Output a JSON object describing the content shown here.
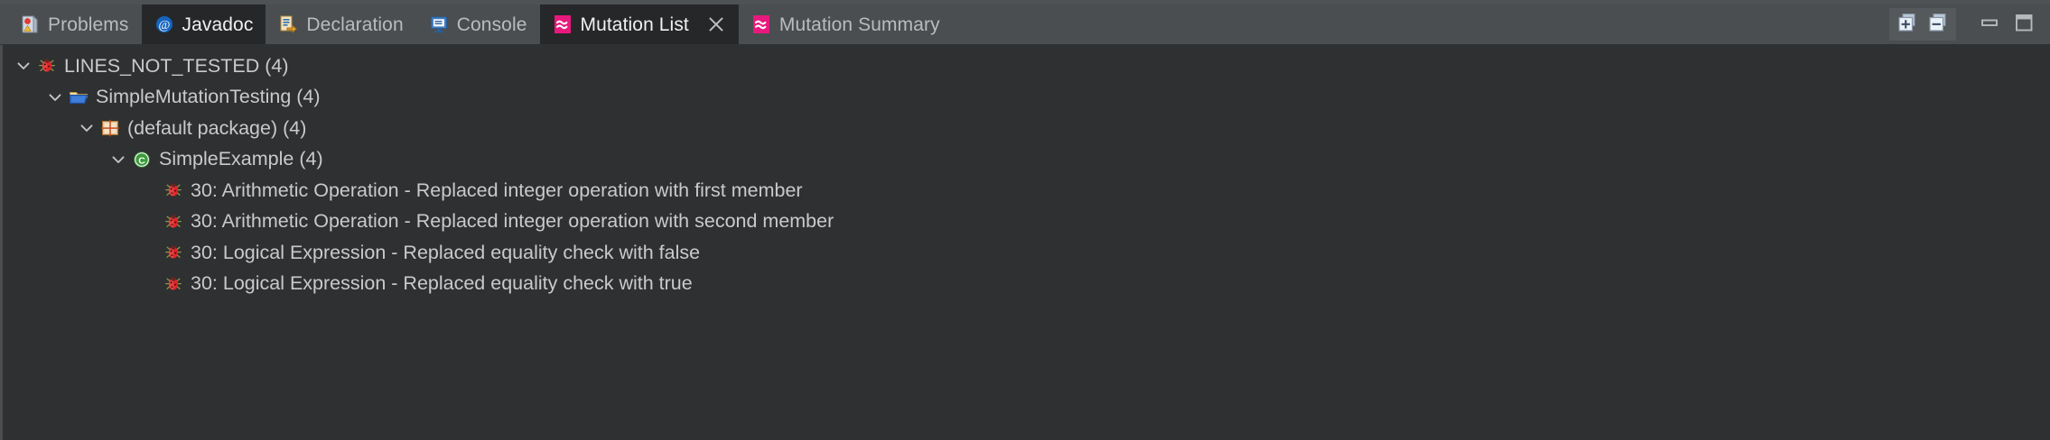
{
  "window": {
    "background": "#3b3f41",
    "tab_active_bg": "#262729",
    "tree_bg": "#2f3032",
    "text_color": "#c8cacb",
    "accent_pink": "#e8197d"
  },
  "tabbar": {
    "tabs": [
      {
        "label": "Problems",
        "icon": "problems-icon",
        "active": false,
        "closable": false
      },
      {
        "label": "Javadoc",
        "icon": "javadoc-at-icon",
        "active": true,
        "closable": false
      },
      {
        "label": "Declaration",
        "icon": "declaration-icon",
        "active": false,
        "closable": false
      },
      {
        "label": "Console",
        "icon": "console-monitor-icon",
        "active": false,
        "closable": false
      },
      {
        "label": "Mutation List",
        "icon": "mutation-wave-icon",
        "active": true,
        "closable": true
      },
      {
        "label": "Mutation Summary",
        "icon": "mutation-wave-icon",
        "active": false,
        "closable": false
      }
    ],
    "toolbar": [
      {
        "name": "expand-all-button",
        "icon": "expand-all-icon",
        "tooltip": "Expand All"
      },
      {
        "name": "collapse-all-button",
        "icon": "collapse-all-icon",
        "tooltip": "Collapse All"
      }
    ],
    "window_buttons": [
      {
        "name": "minimize-button",
        "icon": "minimize-icon"
      },
      {
        "name": "maximize-button",
        "icon": "maximize-icon"
      }
    ]
  },
  "tree": {
    "rows": [
      {
        "label": "LINES_NOT_TESTED (4)",
        "depth": 0,
        "icon": "bug-icon",
        "expanded": true,
        "has_twisty": true
      },
      {
        "label": "SimpleMutationTesting (4)",
        "depth": 1,
        "icon": "folder-icon",
        "expanded": true,
        "has_twisty": true
      },
      {
        "label": "(default package) (4)",
        "depth": 2,
        "icon": "package-icon",
        "expanded": true,
        "has_twisty": true
      },
      {
        "label": "SimpleExample (4)",
        "depth": 3,
        "icon": "class-icon",
        "expanded": true,
        "has_twisty": true
      },
      {
        "label": "30: Arithmetic Operation - Replaced integer operation with first member",
        "depth": 4,
        "icon": "bug-icon",
        "expanded": false,
        "has_twisty": false
      },
      {
        "label": "30: Arithmetic Operation - Replaced integer operation with second member",
        "depth": 4,
        "icon": "bug-icon",
        "expanded": false,
        "has_twisty": false
      },
      {
        "label": "30: Logical Expression - Replaced equality check with false",
        "depth": 4,
        "icon": "bug-icon",
        "expanded": false,
        "has_twisty": false
      },
      {
        "label": "30: Logical Expression - Replaced equality check with true",
        "depth": 4,
        "icon": "bug-icon",
        "expanded": false,
        "has_twisty": false
      }
    ]
  }
}
